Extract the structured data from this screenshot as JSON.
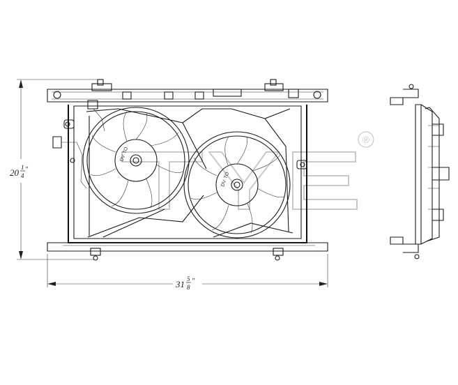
{
  "dimensions": {
    "height": {
      "whole": "20",
      "num": "1",
      "den": "4",
      "unit": "″"
    },
    "width": {
      "whole": "31",
      "num": "5",
      "den": "8",
      "unit": "″"
    }
  },
  "watermark": {
    "mark": "®"
  },
  "colors": {
    "line": "#1a1a1a",
    "watermark": "#c9c9c9",
    "background": "#ffffff"
  }
}
